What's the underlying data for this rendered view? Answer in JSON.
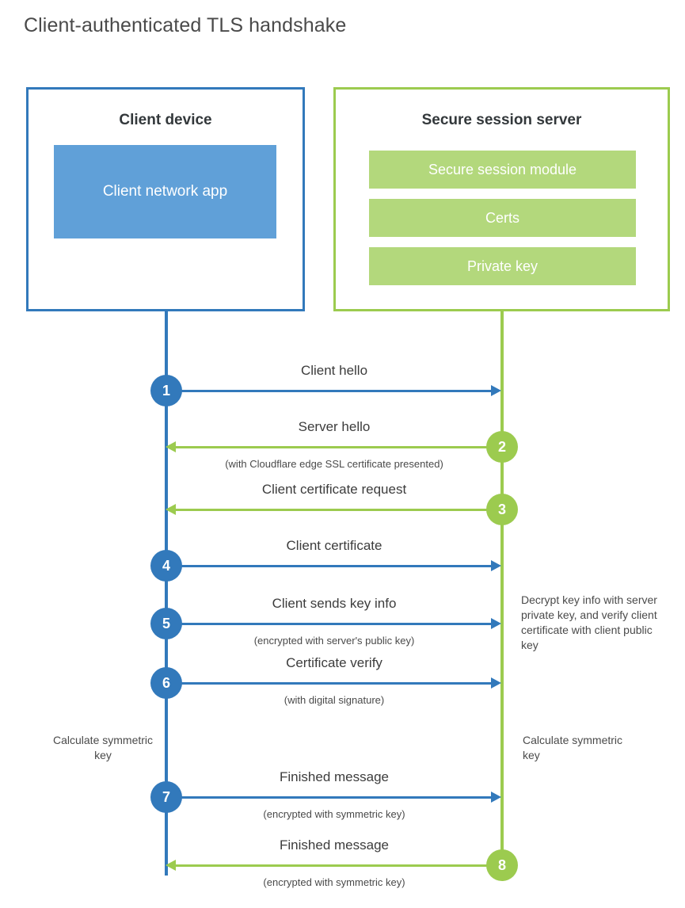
{
  "title": "Client-authenticated TLS handshake",
  "parties": {
    "client": {
      "title": "Client device",
      "app_label": "Client network app",
      "color": "#3279bb",
      "app_color": "#60a0d8"
    },
    "server": {
      "title": "Secure session server",
      "color": "#9ccb4f",
      "bar_color": "#b3d87c",
      "bars": [
        {
          "label": "Secure session module"
        },
        {
          "label": "Certs"
        },
        {
          "label": "Private key"
        }
      ]
    }
  },
  "steps": [
    {
      "number": "1",
      "label": "Client hello",
      "sub": "",
      "direction": "to-server",
      "origin": "client"
    },
    {
      "number": "2",
      "label": "Server hello",
      "sub": "(with Cloudflare edge SSL certificate presented)",
      "direction": "to-client",
      "origin": "server"
    },
    {
      "number": "3",
      "label": "Client certificate request",
      "sub": "",
      "direction": "to-client",
      "origin": "server"
    },
    {
      "number": "4",
      "label": "Client certificate",
      "sub": "",
      "direction": "to-server",
      "origin": "client"
    },
    {
      "number": "5",
      "label": "Client sends key info",
      "sub": "(encrypted with server's public key)",
      "direction": "to-server",
      "origin": "client"
    },
    {
      "number": "6",
      "label": "Certificate verify",
      "sub": "(with digital signature)",
      "direction": "to-server",
      "origin": "client"
    },
    {
      "number": "7",
      "label": "Finished message",
      "sub": "(encrypted with symmetric key)",
      "direction": "to-server",
      "origin": "client"
    },
    {
      "number": "8",
      "label": "Finished message",
      "sub": "(encrypted with symmetric key)",
      "direction": "to-client",
      "origin": "server"
    }
  ],
  "annotations": {
    "server_decrypt": "Decrypt key info with server private key, and verify client certificate with client public key",
    "client_calculate": "Calculate symmetric key",
    "server_calculate": "Calculate symmetric key"
  }
}
